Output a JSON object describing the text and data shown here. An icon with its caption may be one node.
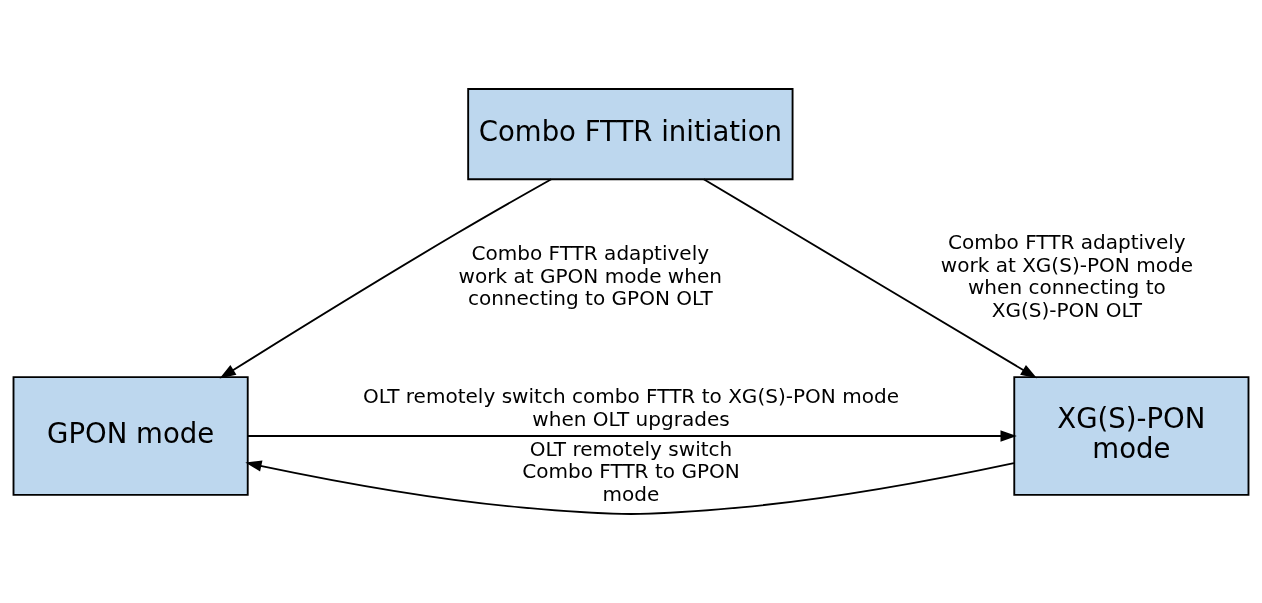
{
  "diagram": {
    "nodes": [
      {
        "text": [
          "Combo FTTR initiation"
        ]
      },
      {
        "text": [
          "GPON mode"
        ]
      },
      {
        "text": [
          "XG(S)-PON mode"
        ]
      }
    ],
    "edges": [
      {
        "from": 0,
        "to": 1,
        "arrow": "to",
        "label": "Combo FTTR adaptively work at GPON mode when connecting to GPON OLT"
      },
      {
        "from": 0,
        "to": 2,
        "arrow": "to",
        "label": "Combo FTTR adaptively work at XG(S)-PON mode when connecting to XG(S)-PON OLT"
      },
      {
        "from": 2,
        "to": 1,
        "arrow": "to",
        "label": "OLT remotely switch Combo FTTR to GPON mode"
      },
      {
        "from": 1,
        "to": 2,
        "arrow": "to",
        "label": "OLT remotely switch combo FTTR to XG(S)-PON mode when OLT upgrades"
      }
    ]
  }
}
